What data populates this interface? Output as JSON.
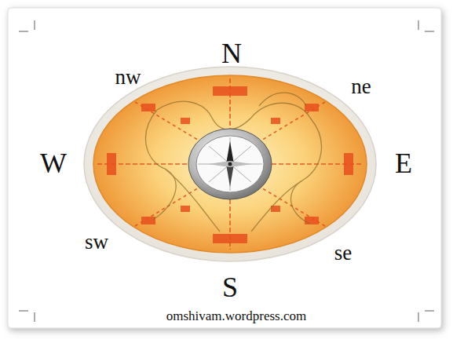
{
  "diagram": {
    "labels": [
      "N",
      "nw",
      "ne",
      "W",
      "E",
      "sw",
      "se",
      "S",
      "omshivam.wordpress.com"
    ]
  }
}
